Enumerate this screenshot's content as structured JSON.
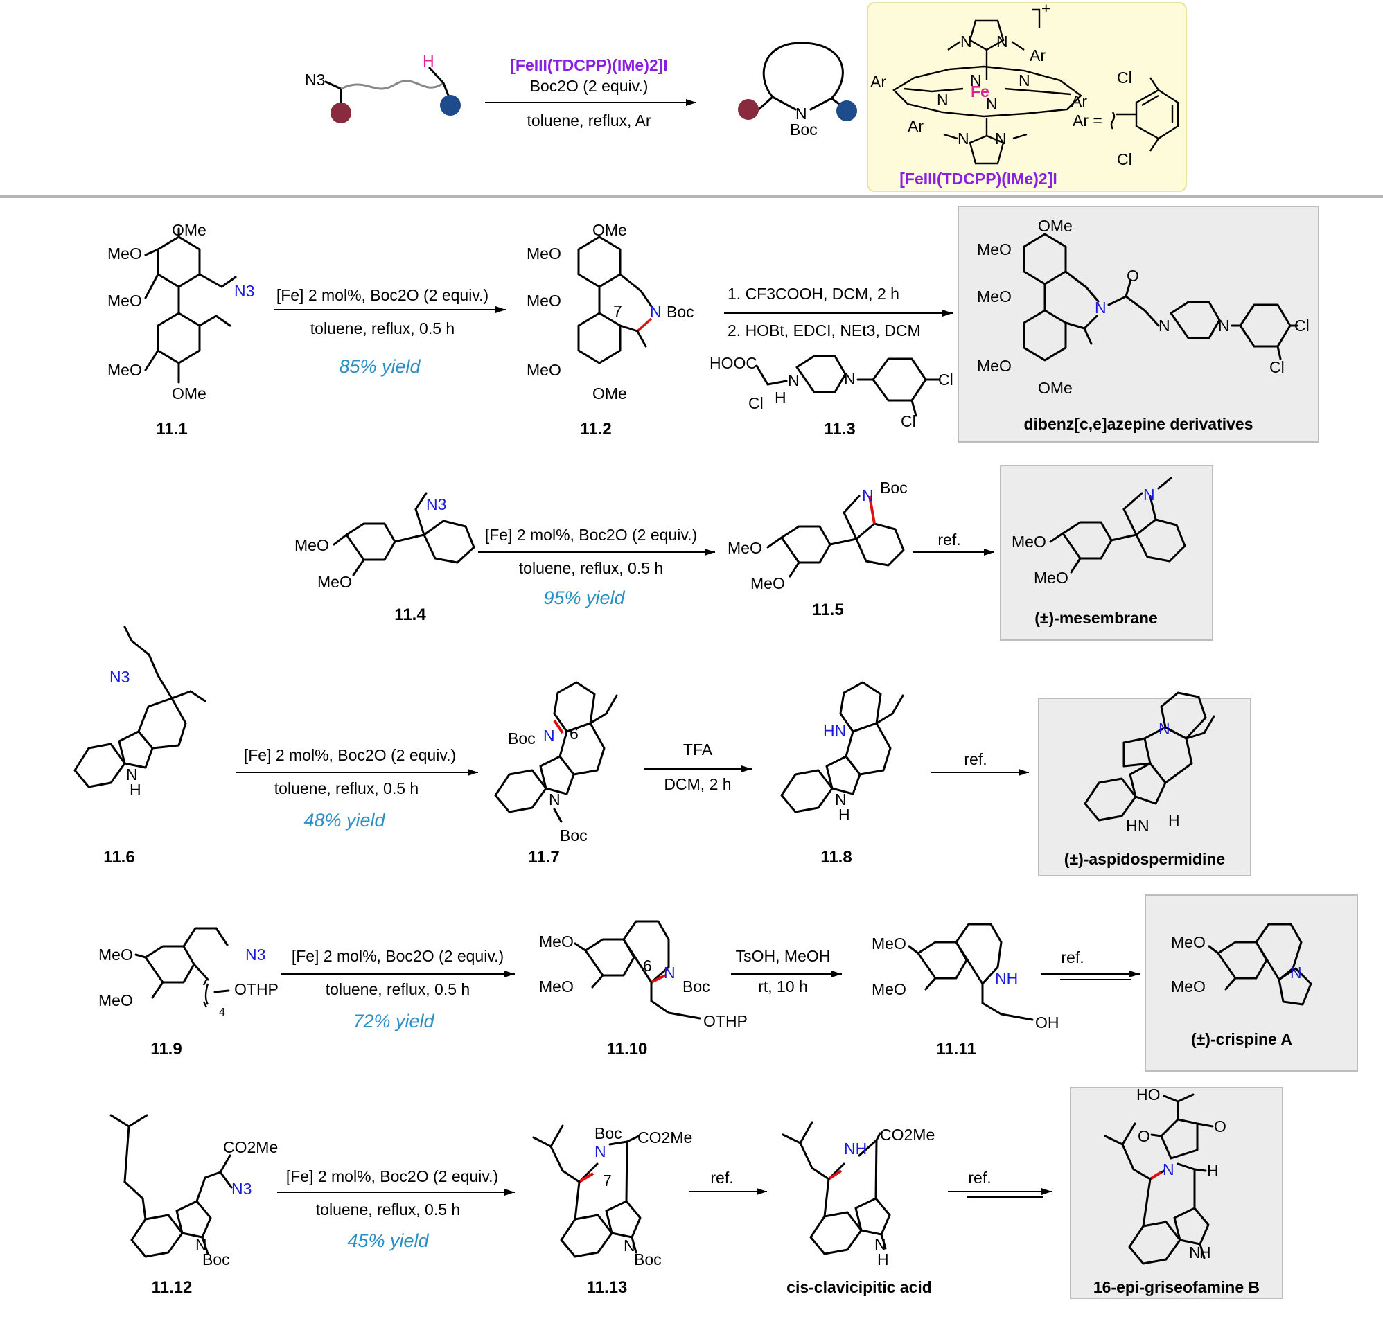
{
  "top_scheme": {
    "catalyst_label": "[FeIII(TDCPP)(IMe)2]I",
    "reagent": "Boc2O (2 equiv.)",
    "conditions": "toluene, reflux, Ar",
    "sm_n3": "N3",
    "sm_h": "H",
    "product_n": "N",
    "product_boc": "Boc",
    "complex_charge": "+",
    "complex_fe": "Fe",
    "complex_n": "N",
    "complex_ar": "Ar",
    "ar_definition": "Ar =",
    "cl": "Cl",
    "complex_label": "[FeIII(TDCPP)(IMe)2]I"
  },
  "rows": [
    {
      "sm_id": "11.1",
      "conditions_main": "[Fe] 2 mol%, Boc2O (2 equiv.)",
      "conditions_sub": "toluene, reflux, 0.5 h",
      "yield": "85% yield",
      "product_id": "11.2",
      "ring_size": "7",
      "step2_line1": "1. CF3COOH, DCM, 2 h",
      "step2_line2": "2. HOBt, EDCI, NEt3, DCM",
      "reagent_id": "11.3",
      "target_name": "dibenz[c,e]azepine derivatives"
    },
    {
      "sm_id": "11.4",
      "conditions_main": "[Fe] 2 mol%, Boc2O (2 equiv.)",
      "conditions_sub": "toluene, reflux, 0.5 h",
      "yield": "95% yield",
      "product_id": "11.5",
      "step2": "ref.",
      "target_name": "(±)-mesembrane"
    },
    {
      "sm_id": "11.6",
      "conditions_main": "[Fe] 2 mol%, Boc2O (2 equiv.)",
      "conditions_sub": "toluene, reflux, 0.5 h",
      "yield": "48% yield",
      "product_id": "11.7",
      "ring_size": "6",
      "step2_line1": "TFA",
      "step2_line2": "DCM, 2 h",
      "intermediate_id": "11.8",
      "step3": "ref.",
      "target_name": "(±)-aspidospermidine"
    },
    {
      "sm_id": "11.9",
      "conditions_main": "[Fe] 2 mol%, Boc2O (2 equiv.)",
      "conditions_sub": "toluene, reflux, 0.5 h",
      "yield": "72% yield",
      "product_id": "11.10",
      "ring_size": "6",
      "step2_line1": "TsOH, MeOH",
      "step2_line2": "rt, 10 h",
      "intermediate_id": "11.11",
      "step3": "ref.",
      "target_name": "(±)-crispine A"
    },
    {
      "sm_id": "11.12",
      "conditions_main": "[Fe] 2 mol%, Boc2O (2 equiv.)",
      "conditions_sub": "toluene, reflux, 0.5 h",
      "yield": "45% yield",
      "product_id": "11.13",
      "ring_size": "7",
      "step2": "ref.",
      "intermediate_name": "cis-clavicipitic acid",
      "step3": "ref.",
      "target_name": "16-epi-griseofamine B"
    }
  ],
  "atom_labels": {
    "ome": "OMe",
    "meo": "MeO",
    "n3": "N3",
    "n": "N",
    "nh": "NH",
    "hn": "HN",
    "h": "H",
    "boc": "Boc",
    "othp": "OTHP",
    "oh": "OH",
    "o": "O",
    "cl": "Cl",
    "hooc": "HOOC",
    "co2me": "CO2Me",
    "ho": "HO",
    "chain_sub": "4"
  },
  "colors": {
    "yield": "#2a8fc4",
    "azide_nitrogen": "#1a1adc",
    "catalyst": "#8a1fe0",
    "fe": "#e0209a",
    "new_bond": "#e01010",
    "target_box": "#ececec",
    "complex_box": "#fdfbd9",
    "divider": "#b4b4b4"
  }
}
